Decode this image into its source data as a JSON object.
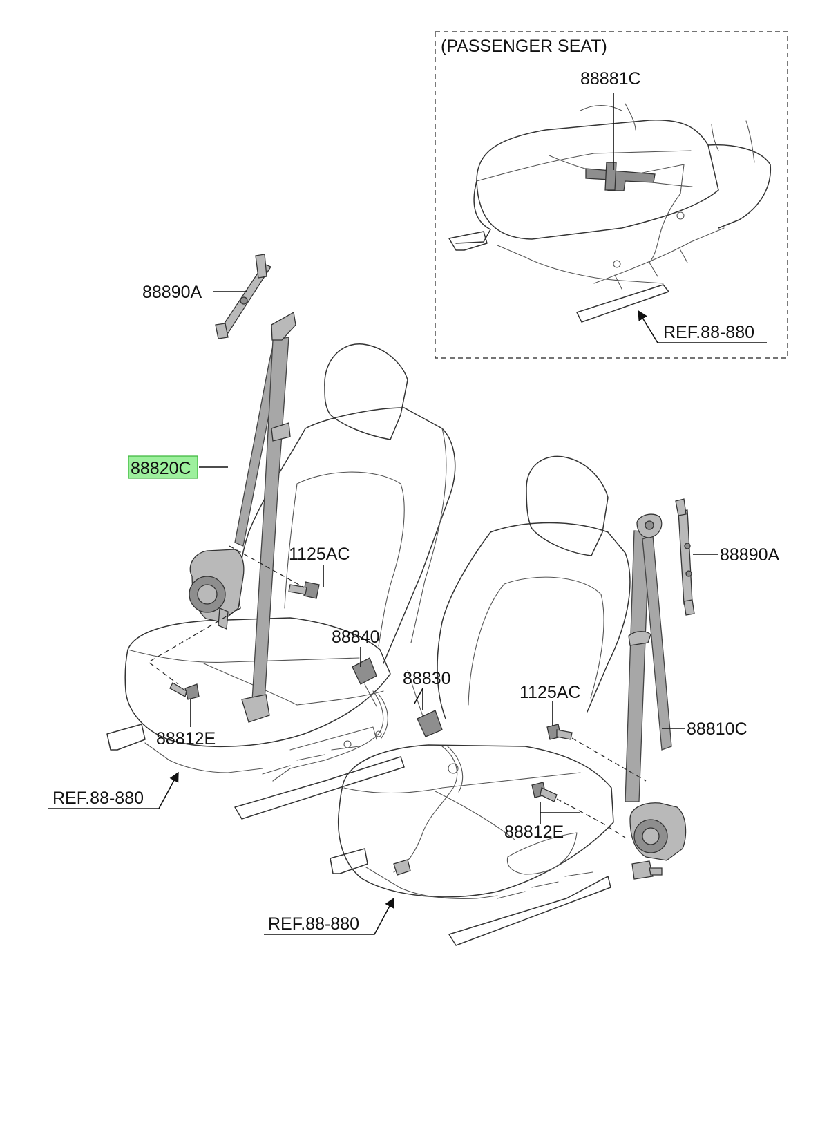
{
  "inset": {
    "title": "(PASSENGER SEAT)"
  },
  "labels": {
    "p88881C": "88881C",
    "ref_inset": "REF.88-880",
    "p88890A_left": "88890A",
    "p88820C": "88820C",
    "p1125AC_left": "1125AC",
    "p88840": "88840",
    "p88830": "88830",
    "p1125AC_right": "1125AC",
    "p88890A_right": "88890A",
    "p88810C": "88810C",
    "p88812E_left": "88812E",
    "p88812E_right": "88812E",
    "ref_left": "REF.88-880",
    "ref_bottom": "REF.88-880"
  },
  "highlight_color": "#9df09d"
}
